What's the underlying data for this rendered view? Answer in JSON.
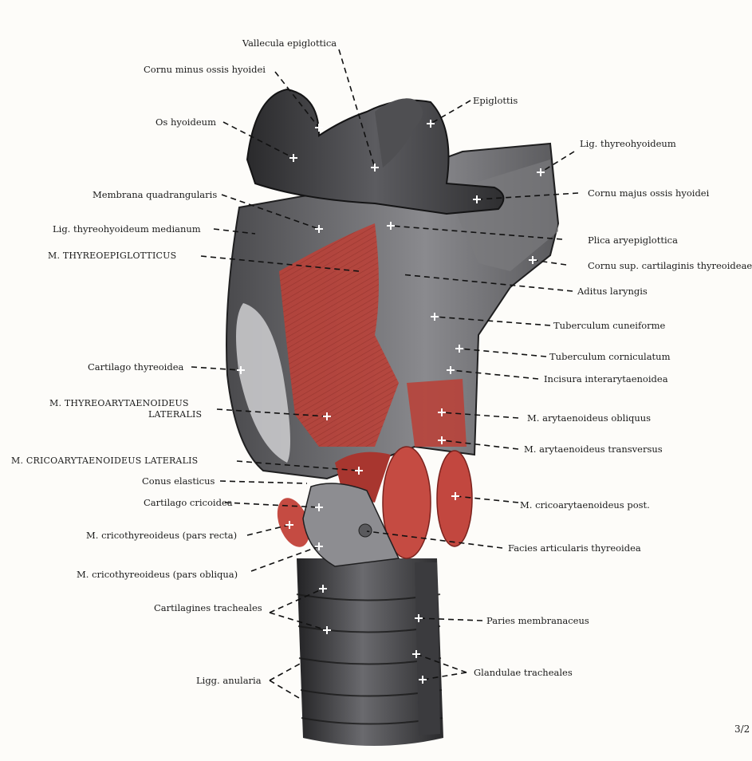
{
  "page_number": "3/2",
  "labels": {
    "vallecula_epiglottica": "Vallecula epiglottica",
    "cornu_minus": "Cornu minus ossis hyoidei",
    "epiglottis": "Epiglottis",
    "os_hyoideum": "Os hyoideum",
    "lig_thyreohyoideum": "Lig. thyreohyoideum",
    "membrana_quadrangularis": "Membrana quadrangularis",
    "cornu_majus": "Cornu majus ossis hyoidei",
    "lig_thyreohyoideum_medianum": "Lig. thyreohyoideum medianum",
    "plica_aryepiglottica": "Plica aryepiglottica",
    "m_thyreoepiglotticus": "M. THYREOEPIGLOTTICUS",
    "cornu_sup": "Cornu sup. cartilaginis thyreoideae",
    "aditus_laryngis": "Aditus laryngis",
    "tuberculum_cuneiforme": "Tuberculum cuneiforme",
    "tuberculum_corniculatum": "Tuberculum corniculatum",
    "cartilago_thyreoidea": "Cartilago thyreoidea",
    "incisura_interarytaenoidea": "Incisura interarytaenoidea",
    "m_thyreoarytaenoideus_1": "M. THYREOARYTAENOIDEUS",
    "m_thyreoarytaenoideus_2": "LATERALIS",
    "m_arytaenoideus_obliquus": "M. arytaenoideus obliquus",
    "m_arytaenoideus_transversus": "M. arytaenoideus transversus",
    "m_cricoarytaenoideus_lateralis": "M. CRICOARYTAENOIDEUS LATERALIS",
    "conus_elasticus": "Conus elasticus",
    "cartilago_cricoidea": "Cartilago cricoidea",
    "m_cricoarytaenoideus_post": "M. cricoarytaenoideus post.",
    "m_cricothyreoideus_recta": "M. cricothyreoideus (pars recta)",
    "facies_articularis": "Facies articularis thyreoidea",
    "m_cricothyreoideus_obliqua": "M. cricothyreoideus (pars obliqua)",
    "cartilagines_tracheales": "Cartilagines tracheales",
    "paries_membranaceus": "Paries membranaceus",
    "glandulae_tracheales": "Glandulae tracheales",
    "ligg_anularia": "Ligg. anularia"
  },
  "colors": {
    "cartilage_dark": "#3a3a3c",
    "cartilage_mid": "#6b6b6e",
    "cartilage_light": "#a8a8ab",
    "muscle_red": "#b8423a",
    "muscle_dark": "#8c2b25",
    "paper": "#fdfcf9",
    "text": "#1b1b1b"
  }
}
